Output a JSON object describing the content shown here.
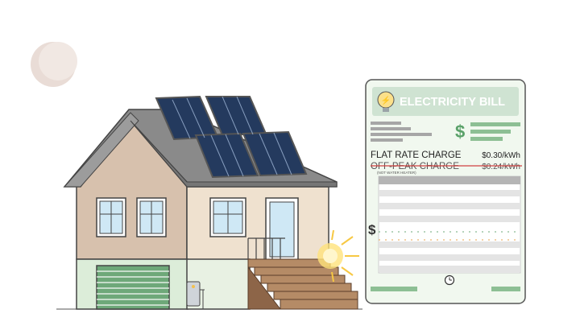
{
  "bill": {
    "title": "ELECTRICITY BILL",
    "currency_symbol": "$",
    "side_symbol": "$",
    "flat_rate_label": "FLAT RATE CHARGE",
    "flat_rate_value": "$0.30/kWh",
    "off_peak_label": "OFF-PEAK CHARGE",
    "off_peak_value": "$0.24/kWh",
    "off_peak_note": "(NOT WATER HEATER)"
  },
  "colors": {
    "bill_header": "#cfe3d2",
    "bill_title": "#ffffff",
    "accent_green": "#8dbf94",
    "strike_red": "#d04040",
    "roof": "#8a8a8a",
    "wall": "#d7c1ad",
    "garage": "#7fb589",
    "sun": "#ffe27a",
    "moon": "#e9dcd6"
  },
  "icons": [
    "moon-icon",
    "lightbulb-icon",
    "dollar-icon",
    "clock-icon",
    "sun-glow-icon"
  ]
}
